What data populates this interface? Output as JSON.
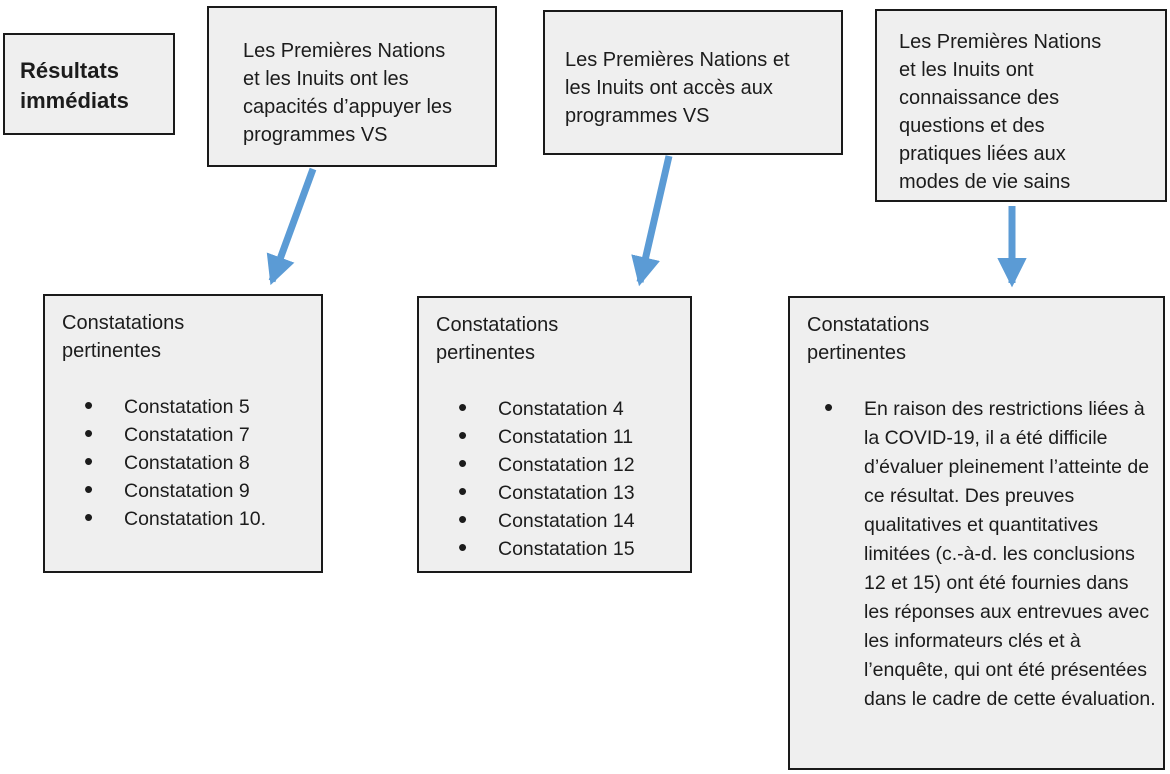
{
  "label_box": {
    "text": "Résultats immédiats"
  },
  "top_boxes": [
    {
      "text": "Les Premières Nations et les Inuits ont les capacités d’appuyer les programmes VS"
    },
    {
      "text": "Les Premières Nations et les Inuits ont accès aux programmes VS"
    },
    {
      "text": "Les Premières Nations et les Inuits ont connaissance des questions et des pratiques liées aux modes de vie sains"
    }
  ],
  "bottom_boxes": [
    {
      "title": "Constatations pertinentes",
      "bullets": [
        "Constatation 5",
        "Constatation 7",
        "Constatation 8",
        "Constatation 9",
        "Constatation 10."
      ]
    },
    {
      "title": "Constatations pertinentes",
      "bullets": [
        "Constatation 4",
        "Constatation 11",
        "Constatation 12",
        "Constatation 13",
        "Constatation 14",
        "Constatation 15"
      ]
    },
    {
      "title": "Constatations pertinentes",
      "bullets": [
        "En raison des restrictions liées à la COVID-19, il a été difficile d’évaluer pleinement l’atteinte de ce résultat. Des preuves qualitatives et quantitatives limitées (c.-à-d. les conclusions 12 et 15) ont été fournies dans les réponses aux entrevues avec les informateurs clés et à l’enquête, qui ont été présentées dans le cadre de cette évaluation."
      ]
    }
  ],
  "colors": {
    "arrow": "#5B9BD5",
    "box_fill": "#EFEFEF",
    "box_border": "#1A1A1A",
    "background": "#FFFFFF"
  }
}
